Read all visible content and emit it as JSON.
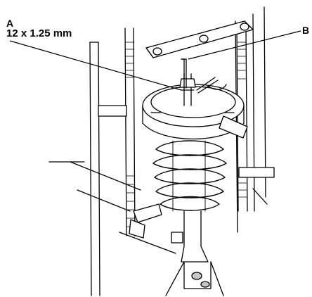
{
  "callouts": {
    "a": {
      "letter": "A",
      "spec": "12 x 1.25 mm"
    },
    "b": {
      "letter": "B"
    }
  },
  "colors": {
    "ink": "#000000",
    "paper": "#ffffff",
    "shade": "#c8c8c8"
  }
}
